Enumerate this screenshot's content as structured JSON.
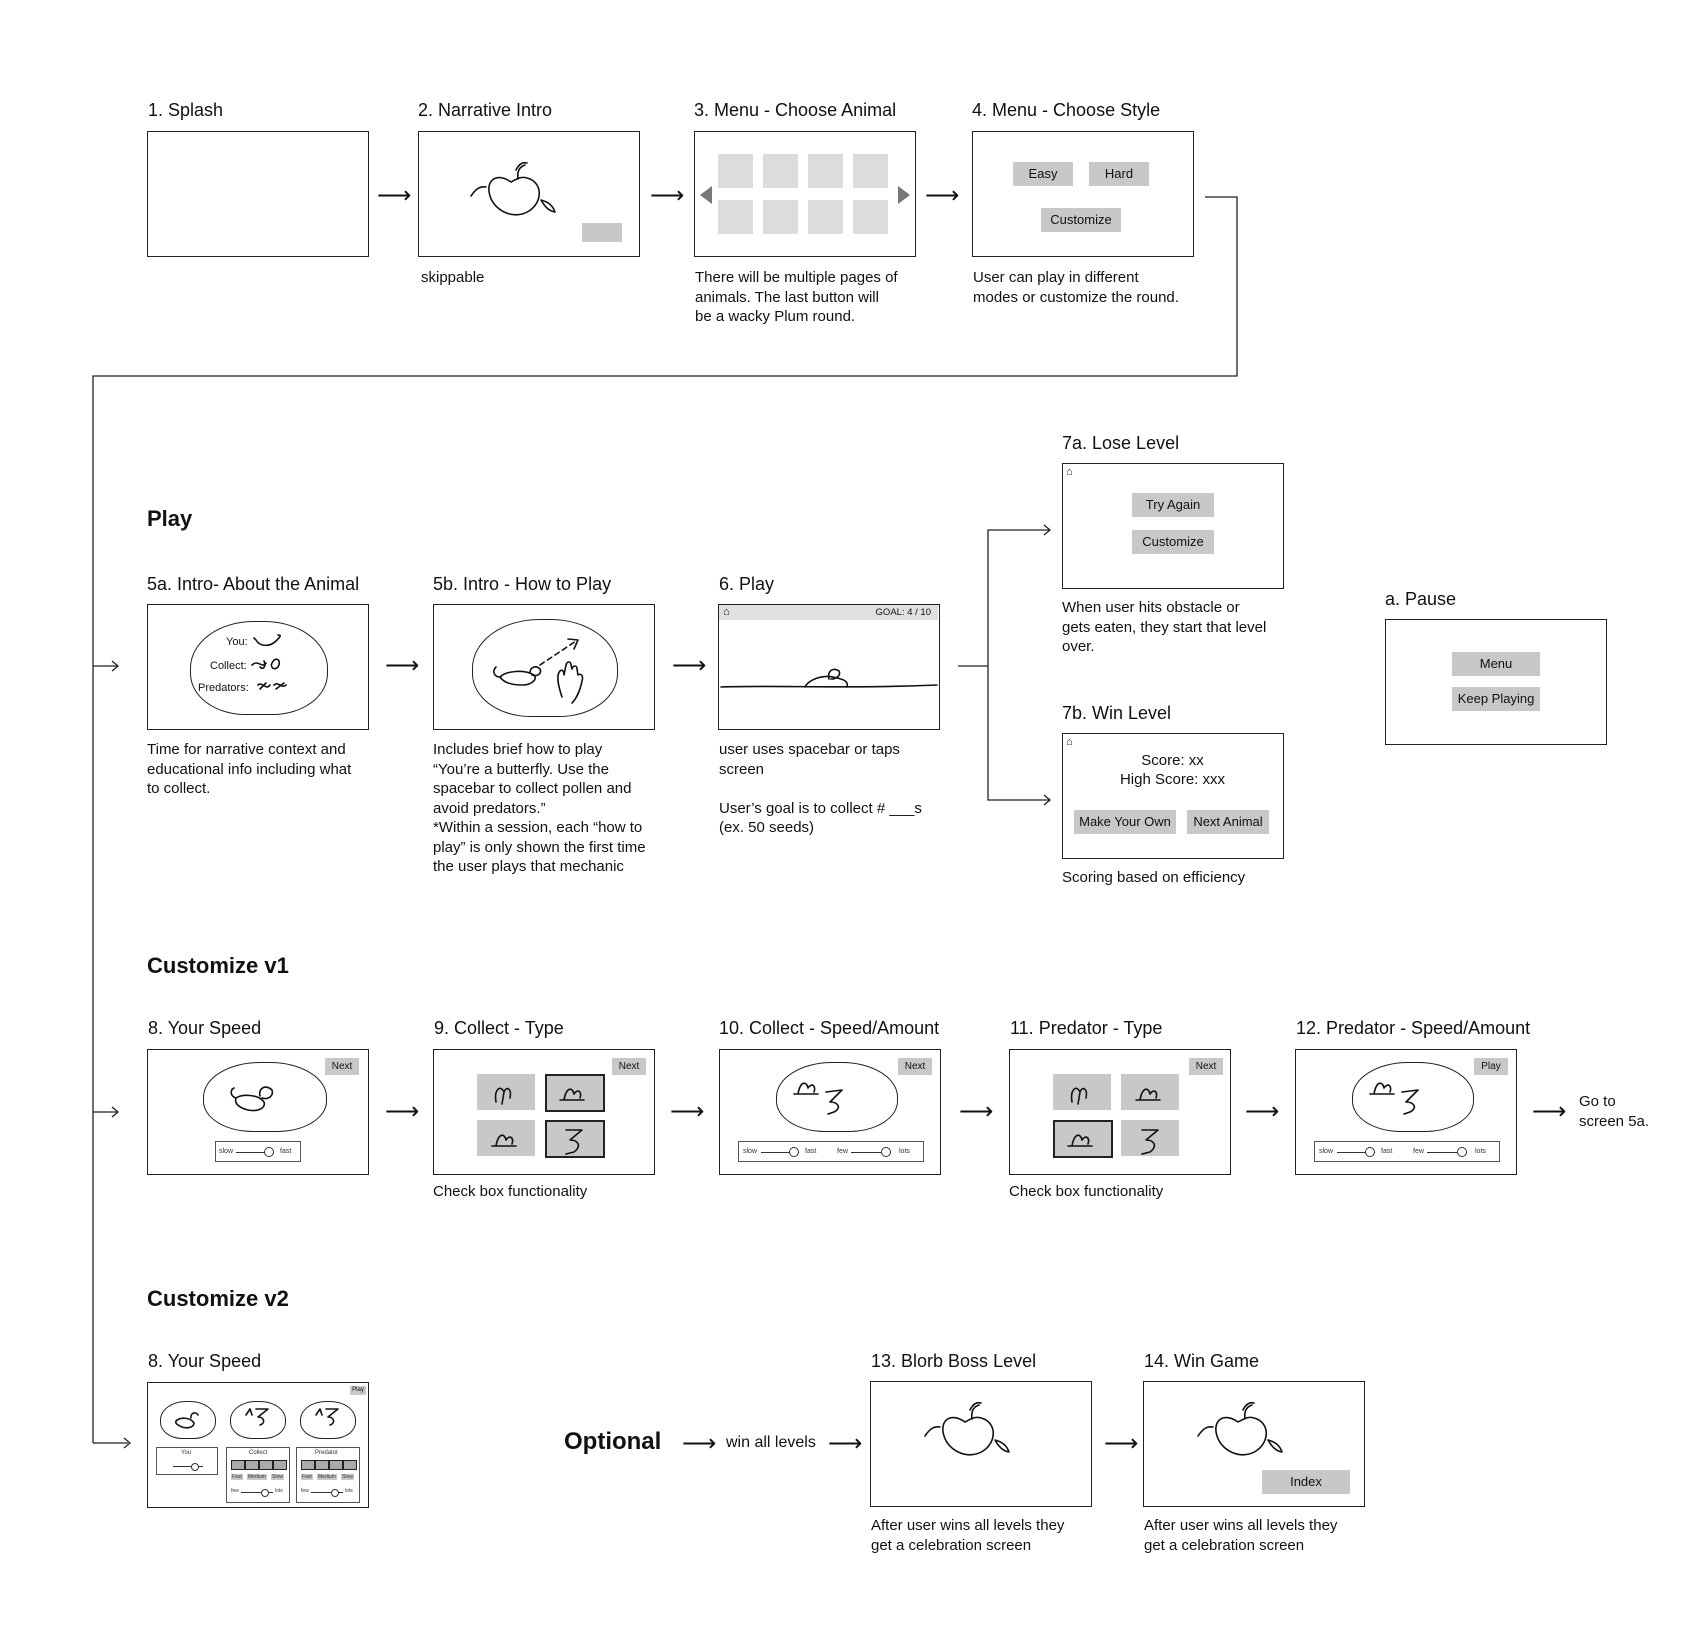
{
  "splash": {
    "title": "1. Splash"
  },
  "intro": {
    "title": "2. Narrative Intro",
    "note": "skippable"
  },
  "animal_menu": {
    "title": "3. Menu - Choose Animal",
    "note": "There will be multiple pages of\nanimals. The last button will\nbe a wacky Plum round."
  },
  "style_menu": {
    "title": "4. Menu - Choose Style",
    "easy": "Easy",
    "hard": "Hard",
    "customize": "Customize",
    "note": "User can play in different\nmodes or customize the round."
  },
  "play_section": {
    "heading": "Play"
  },
  "intro_animal": {
    "title": "5a. Intro- About the Animal",
    "you": "You:",
    "collect": "Collect:",
    "predators": "Predators:",
    "note": "Time for narrative context and\neducational info including what\nto collect."
  },
  "how_to_play": {
    "title": "5b. Intro - How to Play",
    "note": "Includes brief how to play\n“You’re a butterfly. Use the\nspacebar to collect pollen and\navoid predators.”\n*Within a session, each “how to\nplay” is only shown the first time\nthe user plays that mechanic"
  },
  "play": {
    "title": "6. Play",
    "goal": "GOAL: 4 / 10",
    "note": "user uses spacebar or taps\nscreen\n\nUser’s goal is to collect # ___s\n(ex. 50 seeds)"
  },
  "lose": {
    "title": "7a. Lose Level",
    "try_again": "Try Again",
    "customize": "Customize",
    "note": "When user hits obstacle or\ngets eaten, they start that level\nover."
  },
  "win": {
    "title": "7b. Win Level",
    "score": "Score: xx",
    "high_score": "High Score: xxx",
    "make_own": "Make Your Own",
    "next_animal": "Next Animal",
    "note": "Scoring based on efficiency"
  },
  "pause": {
    "title": "a. Pause",
    "menu": "Menu",
    "keep_playing": "Keep Playing"
  },
  "cv1": {
    "heading": "Customize v1",
    "speed": {
      "title": "8. Your Speed",
      "next": "Next",
      "slow": "slow",
      "fast": "fast"
    },
    "collect_type": {
      "title": "9. Collect - Type",
      "next": "Next",
      "note": "Check box functionality"
    },
    "collect_speed": {
      "title": "10. Collect - Speed/Amount",
      "next": "Next",
      "slow": "slow",
      "fast": "fast",
      "few": "few",
      "lots": "lots"
    },
    "predator_type": {
      "title": "11. Predator - Type",
      "next": "Next",
      "note": "Check box functionality"
    },
    "predator_speed": {
      "title": "12. Predator - Speed/Amount",
      "play": "Play",
      "slow": "slow",
      "fast": "fast",
      "few": "few",
      "lots": "lots"
    },
    "goto": "Go to\nscreen 5a."
  },
  "cv2": {
    "heading": "Customize v2",
    "speed": {
      "title": "8. Your Speed",
      "play": "Play",
      "you": "You",
      "collect": "Collect",
      "predator": "Predator",
      "fast": "Fast",
      "medium": "Medium",
      "slow": "Slow",
      "few": "few",
      "lots": "lots"
    }
  },
  "optional": {
    "label": "Optional",
    "win_all": "win all levels"
  },
  "boss": {
    "title": "13. Blorb Boss Level",
    "note": "After user wins all levels they\nget a celebration screen"
  },
  "win_game": {
    "title": "14. Win Game",
    "index": "Index",
    "note": "After user wins all levels they\nget a celebration screen"
  }
}
